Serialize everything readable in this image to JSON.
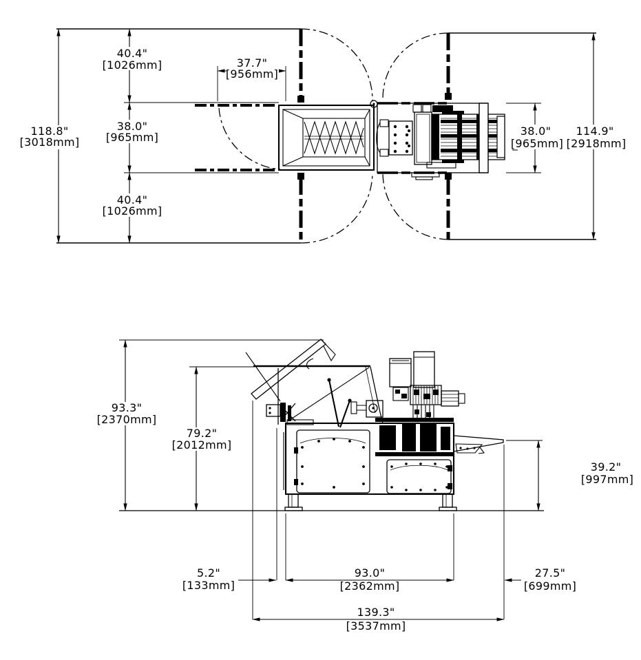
{
  "drawing": {
    "background": "#ffffff",
    "line_color": "#000000",
    "views": {
      "top": {
        "name": "plan-view",
        "dims": {
          "overall_left": {
            "in": "118.8\"",
            "mm": "[3018mm]"
          },
          "clearance_upper": {
            "in": "40.4\"",
            "mm": "[1026mm]"
          },
          "body_left": {
            "in": "38.0\"",
            "mm": "[965mm]"
          },
          "clearance_lower": {
            "in": "40.4\"",
            "mm": "[1026mm]"
          },
          "door_width": {
            "in": "37.7\"",
            "mm": "[956mm]"
          },
          "body_right": {
            "in": "38.0\"",
            "mm": "[965mm]"
          },
          "overall_right": {
            "in": "114.9\"",
            "mm": "[2918mm]"
          }
        }
      },
      "side": {
        "name": "side-elevation",
        "dims": {
          "overall_height": {
            "in": "93.3\"",
            "mm": "[2370mm]"
          },
          "hopper_height": {
            "in": "79.2\"",
            "mm": "[2012mm]"
          },
          "discharge_height": {
            "in": "39.2\"",
            "mm": "[997mm]"
          },
          "front_offset": {
            "in": "5.2\"",
            "mm": "[133mm]"
          },
          "body_length": {
            "in": "93.0\"",
            "mm": "[2362mm]"
          },
          "discharge_reach": {
            "in": "27.5\"",
            "mm": "[699mm]"
          },
          "overall_length": {
            "in": "139.3\"",
            "mm": "[3537mm]"
          }
        }
      }
    }
  }
}
